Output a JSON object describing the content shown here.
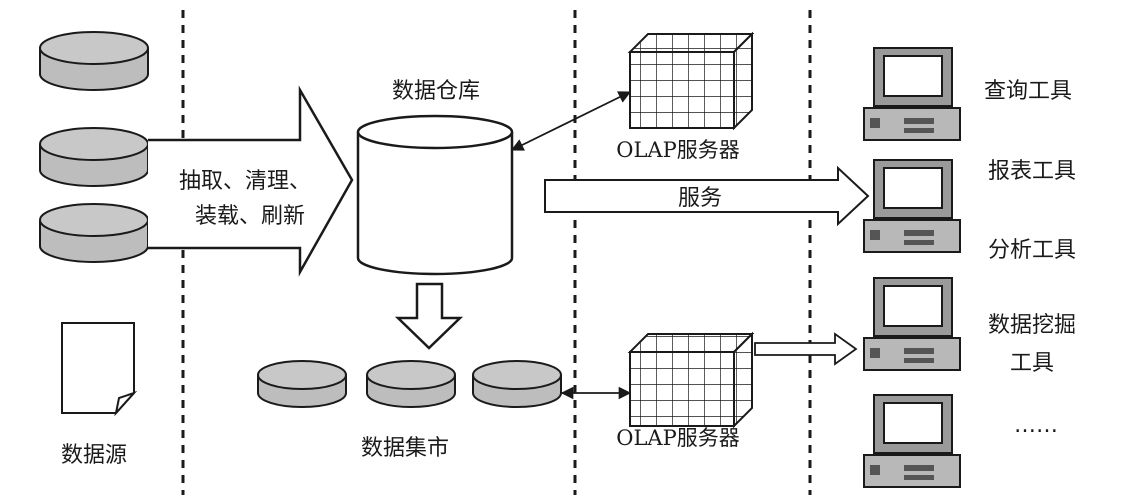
{
  "title": "",
  "sources": {
    "label": "数据源"
  },
  "etl": {
    "line1": "抽取、清理、",
    "line2": "装载、刷新"
  },
  "warehouse": {
    "label": "数据仓库"
  },
  "marts": {
    "label": "数据集市"
  },
  "olap_top": {
    "label": "OLAP服务器"
  },
  "olap_bottom": {
    "label": "OLAP服务器"
  },
  "service": {
    "label": "服务"
  },
  "tools": {
    "query": "查询工具",
    "report": "报表工具",
    "analysis": "分析工具",
    "mining_line1": "数据挖掘",
    "mining_line2": "工具",
    "more": "……"
  },
  "colors": {
    "disk": "#bdbdbd",
    "stroke": "#1a1a1a",
    "background": "#ffffff"
  },
  "icons": [
    "database-disk-icon",
    "document-icon",
    "cylinder-icon",
    "olap-cube-icon",
    "computer-icon"
  ]
}
